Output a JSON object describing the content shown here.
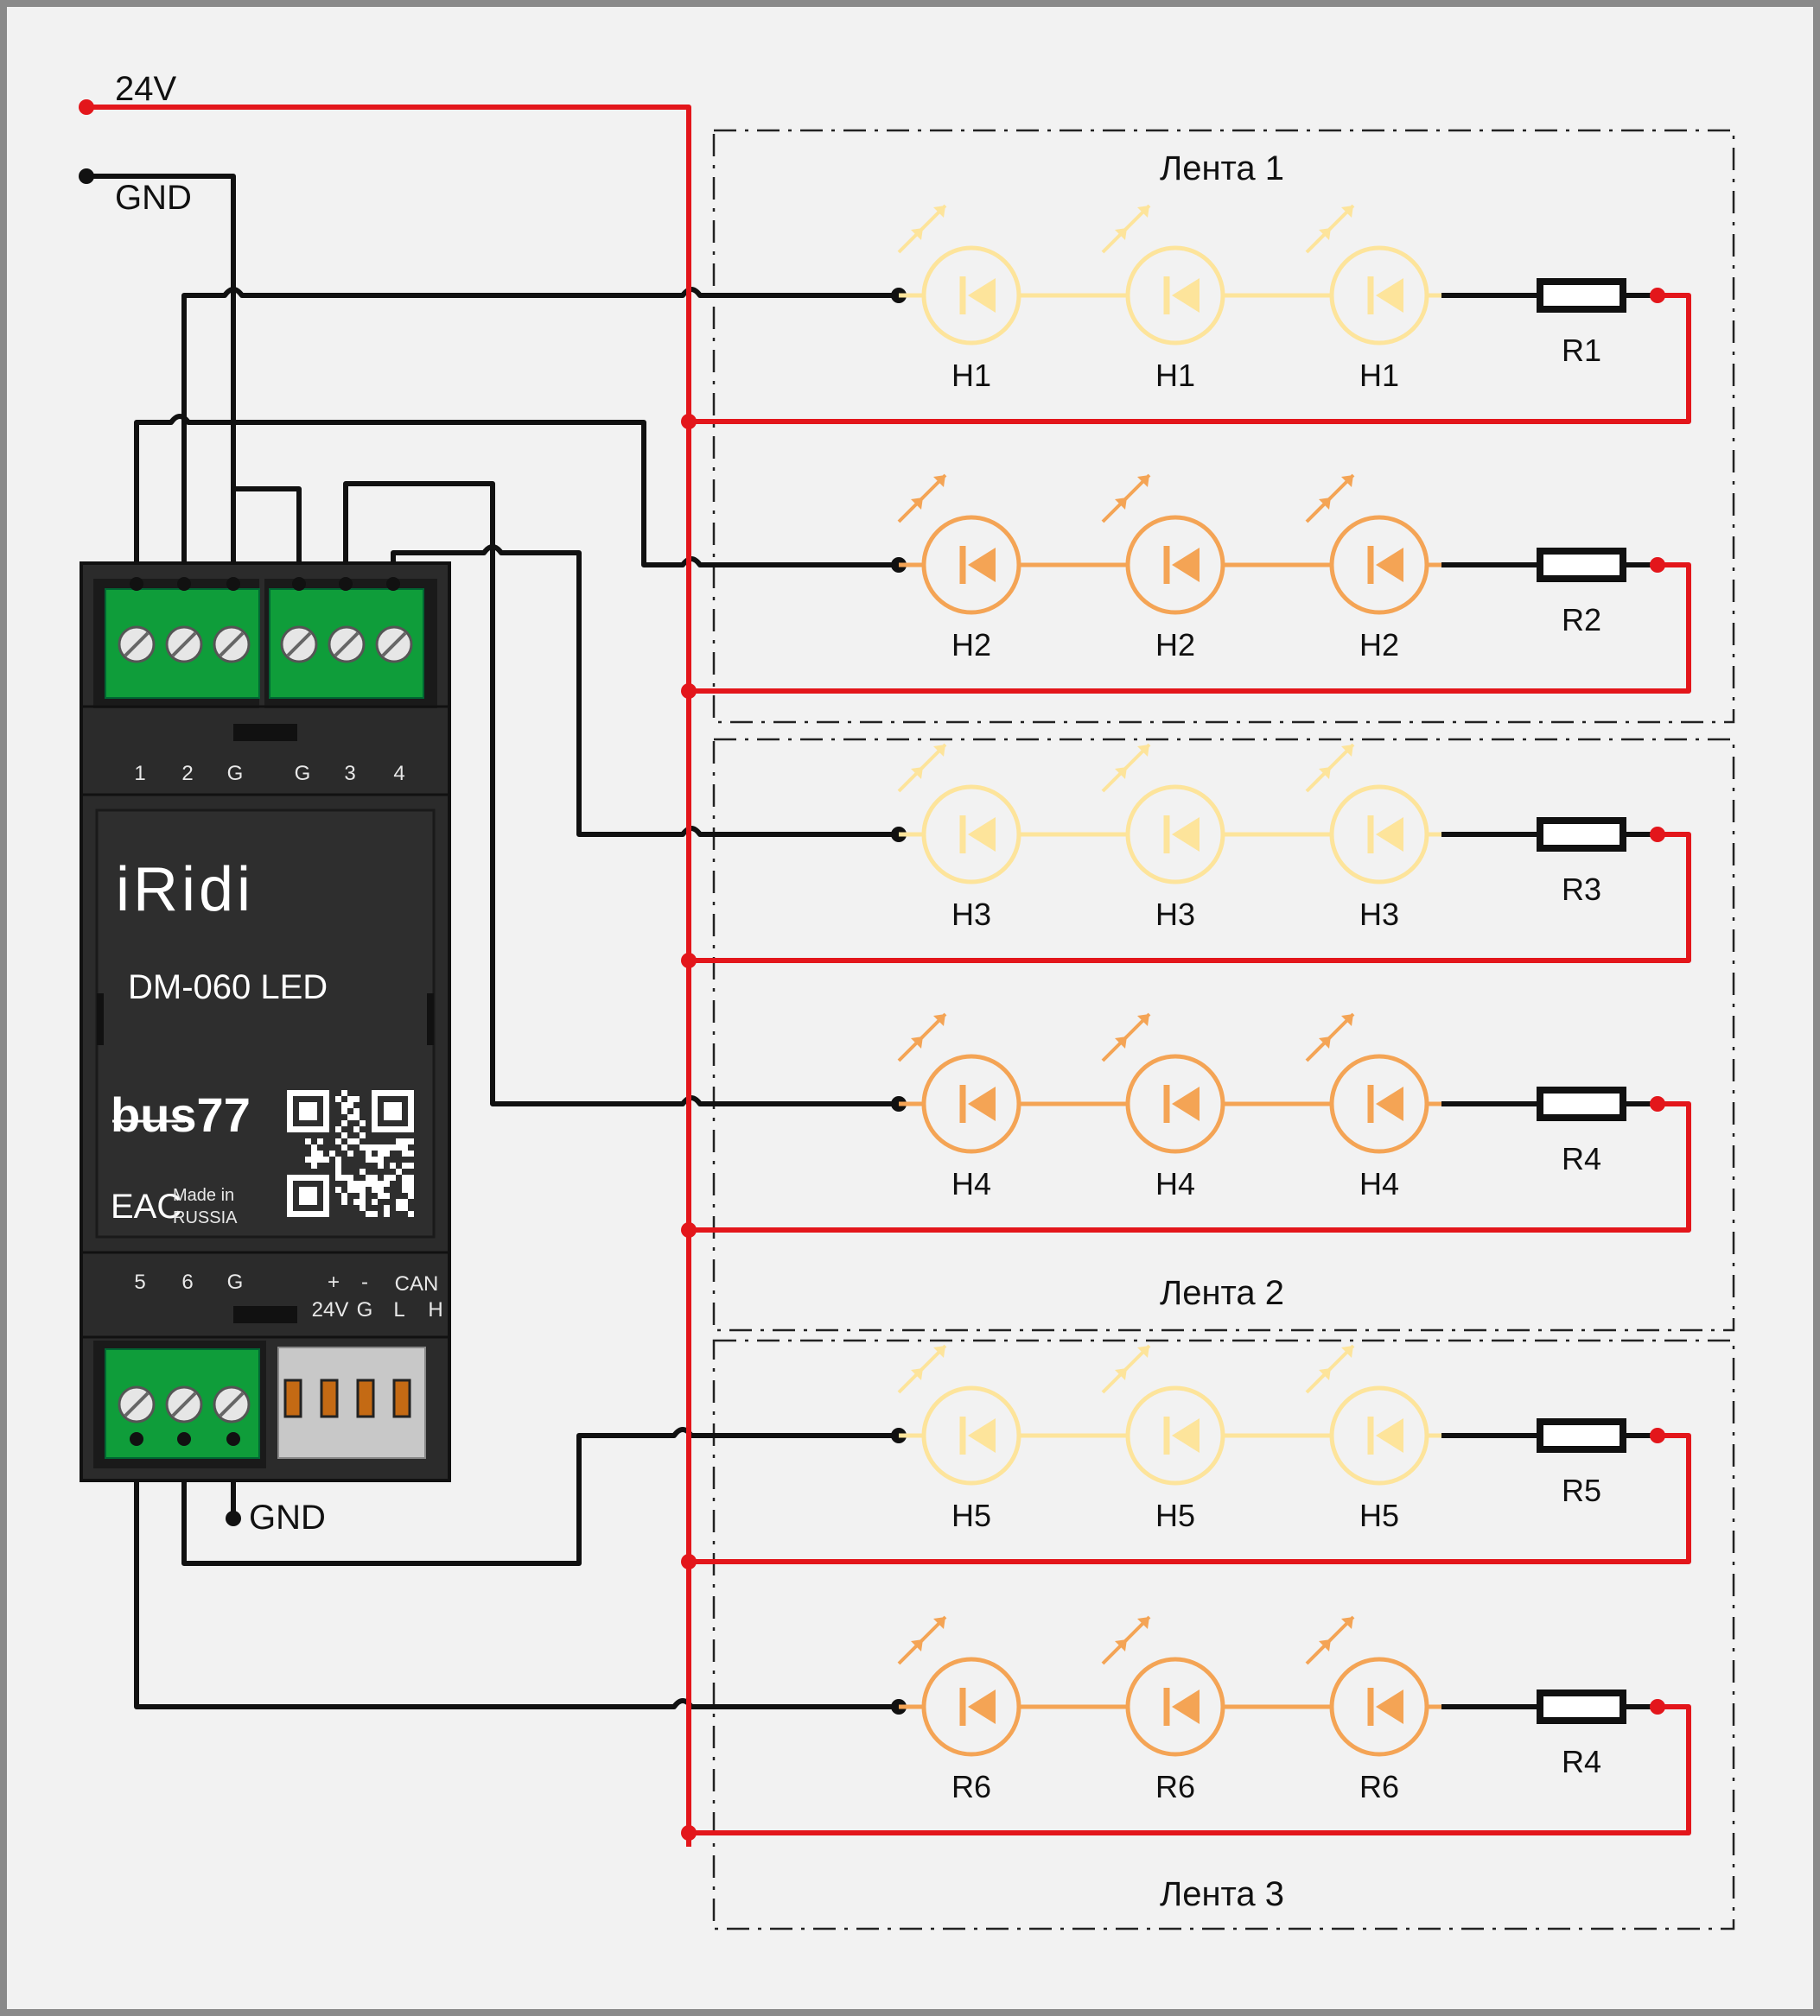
{
  "supply": {
    "v24_label": "24V",
    "gnd_label": "GND",
    "gnd_bottom_label": "GND"
  },
  "device": {
    "brand": "iRidi",
    "model": "DM-060 LED",
    "maker": "bus77",
    "eac_mark": "EAC",
    "made_in": "Made in",
    "country": "RUSSIA",
    "top_terminals": [
      "1",
      "2",
      "G",
      "G",
      "3",
      "4"
    ],
    "bottom_terminals": [
      "5",
      "6",
      "G"
    ],
    "power_labels": {
      "plus": "+",
      "minus": "-",
      "v24": "24V",
      "g": "G"
    },
    "can_labels": {
      "can": "CAN",
      "l": "L",
      "h": "H"
    }
  },
  "strips": [
    {
      "title": "Лента 1"
    },
    {
      "title": "Лента 2"
    },
    {
      "title": "Лента 3"
    }
  ],
  "channels": [
    {
      "led_label": "H1",
      "resistor": "R1",
      "led_color": "#fde49b"
    },
    {
      "led_label": "H2",
      "resistor": "R2",
      "led_color": "#f4a455"
    },
    {
      "led_label": "H3",
      "resistor": "R3",
      "led_color": "#fde49b"
    },
    {
      "led_label": "H4",
      "resistor": "R4",
      "led_color": "#f4a455"
    },
    {
      "led_label": "H5",
      "resistor": "R5",
      "led_color": "#fde49b"
    },
    {
      "led_label": "R6",
      "resistor": "R4",
      "led_color": "#f4a455"
    }
  ],
  "colors": {
    "supply_wire": "#e3161b",
    "signal_wire": "#111111",
    "terminal_green": "#0f9d3a",
    "device_body": "#2a2a2a",
    "background": "#f2f2f2"
  }
}
